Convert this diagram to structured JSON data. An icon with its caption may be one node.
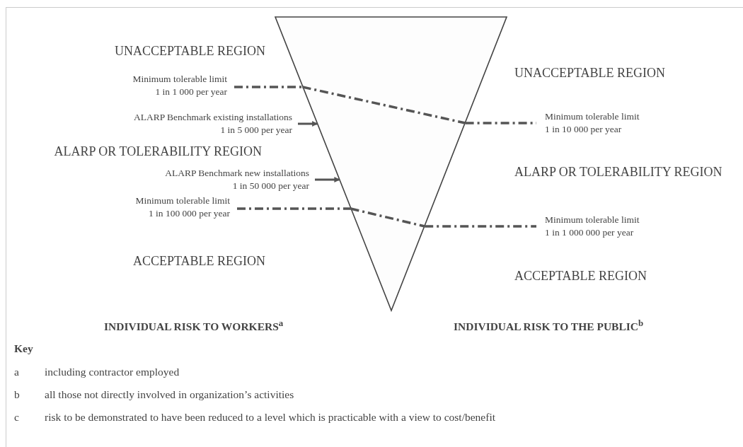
{
  "diagram": {
    "nodes": [
      {
        "text": [],
        "shape": "triangle"
      },
      {
        "text": [
          "Minimum tolerable limit",
          "1 in 1 000 per year"
        ]
      },
      {
        "text": [
          "ALARP Benchmark existing installations",
          "1 in 5 000 per year"
        ]
      },
      {
        "text": [
          "ALARP Benchmark new installations",
          "1 in 50 000 per year"
        ]
      },
      {
        "text": [
          "Minimum tolerable limit",
          "1 in 100 000 per year"
        ]
      },
      {
        "text": [
          "Minimum tolerable limit",
          "1 in 10 000 per year"
        ]
      },
      {
        "text": [
          "Minimum tolerable limit",
          "1 in 1 000 000 per year"
        ]
      }
    ],
    "edges": [
      {
        "from": 1,
        "to": 0,
        "arrow": "none",
        "style": "dashed"
      },
      {
        "from": 0,
        "to": 5,
        "arrow": "none",
        "style": "dashed"
      },
      {
        "from": 2,
        "to": 0,
        "arrow": "to"
      },
      {
        "from": 3,
        "to": 0,
        "arrow": "to"
      },
      {
        "from": 4,
        "to": 0,
        "arrow": "none",
        "style": "dashed"
      },
      {
        "from": 0,
        "to": 6,
        "arrow": "none",
        "style": "dashed"
      }
    ],
    "labels": [
      "UNACCEPTABLE REGION",
      "ALARP OR TOLERABILITY REGION",
      "ACCEPTABLE REGION",
      "UNACCEPTABLE REGION",
      "ALARP OR TOLERABILITY REGION",
      "ACCEPTABLE REGION",
      "INDIVIDUAL RISK TO WORKERS$^{a}$",
      "INDIVIDUAL RISK TO THE PUBLIC$^{b}$",
      "Key",
      "a",
      "including contractor employed",
      "b",
      "all those not directly involved in organization’s activities",
      "c",
      "risk to be demonstrated to have been reduced to a level which is practicable with a view to cost/benefit"
    ]
  }
}
